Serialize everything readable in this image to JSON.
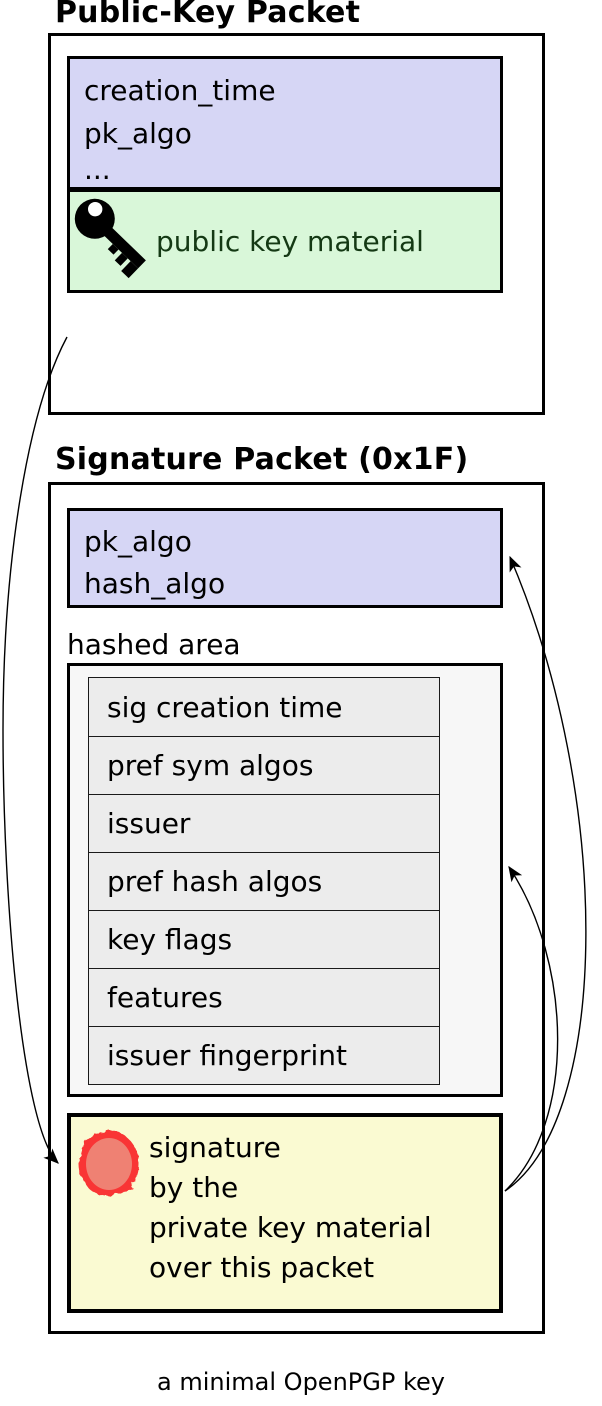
{
  "caption": "a minimal OpenPGP key",
  "public_key_packet": {
    "title": "Public-Key Packet",
    "header_fields": [
      "creation_time",
      "pk_algo",
      "..."
    ],
    "material": {
      "label": "public key material",
      "icon": "key-icon"
    }
  },
  "signature_packet": {
    "title": "Signature Packet (0x1F)",
    "header_fields": [
      "pk_algo",
      "hash_algo"
    ],
    "hashed_area": {
      "label": "hashed area",
      "subpackets": [
        "sig creation time",
        "pref sym algos",
        "issuer",
        "pref hash algos",
        "key flags",
        "features",
        "issuer fingerprint"
      ]
    },
    "signature": {
      "icon": "seal-icon",
      "lines": [
        "signature",
        "by the",
        "private key material",
        "over this packet"
      ]
    }
  },
  "arrows": [
    "public-key-packet-to-signature",
    "signature-to-signature-header",
    "signature-to-hashed-area"
  ],
  "colors": {
    "header_bg": "#d6d6f5",
    "key_material_bg": "#d9f7d9",
    "key_material_text": "#143914",
    "signature_bg": "#fafad2",
    "hashed_area_bg": "#f7f7f7",
    "subpacket_bg": "#ececec",
    "seal_ring": "#f93434",
    "seal_fill": "#ef8173",
    "line": "#000000"
  }
}
